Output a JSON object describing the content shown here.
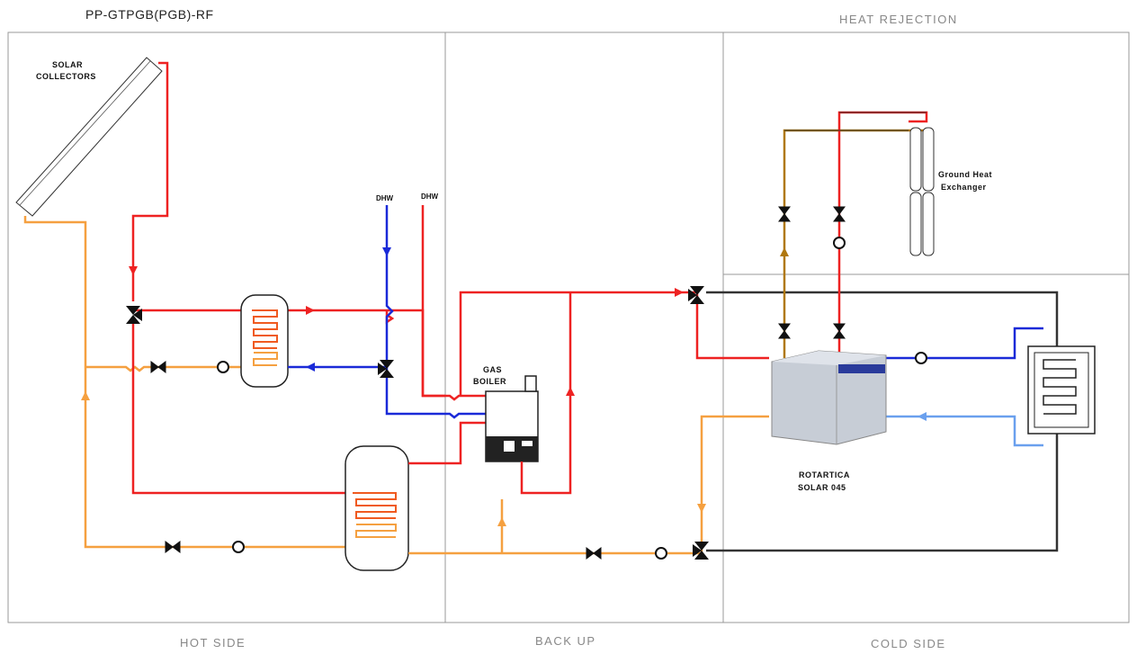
{
  "diagram_title": "PP-GTPGB(PGB)-RF",
  "sections": {
    "hot_side": "HOT SIDE",
    "back_up": "BACK UP",
    "cold_side": "COLD SIDE",
    "heat_rejection": "HEAT REJECTION"
  },
  "components": {
    "solar_collectors_1": "SOLAR",
    "solar_collectors_2": "COLLECTORS",
    "dhw_cold": "DHW",
    "dhw_hot": "DHW",
    "gas_boiler_1": "GAS",
    "gas_boiler_2": "BOILER",
    "chiller_1": "ROTARTICA",
    "chiller_2": "SOLAR 045",
    "ground_hx_1": "Ground Heat",
    "ground_hx_2": "Exchanger"
  },
  "pipe_colors": {
    "hot": "#ee2222",
    "hot_coil": "#f05a20",
    "return_orange": "#f5a040",
    "cold_blue": "#1a2ad8",
    "chilled_light_blue": "#6aa0ee",
    "ground_brown": "#b07810",
    "dark": "#333333"
  }
}
